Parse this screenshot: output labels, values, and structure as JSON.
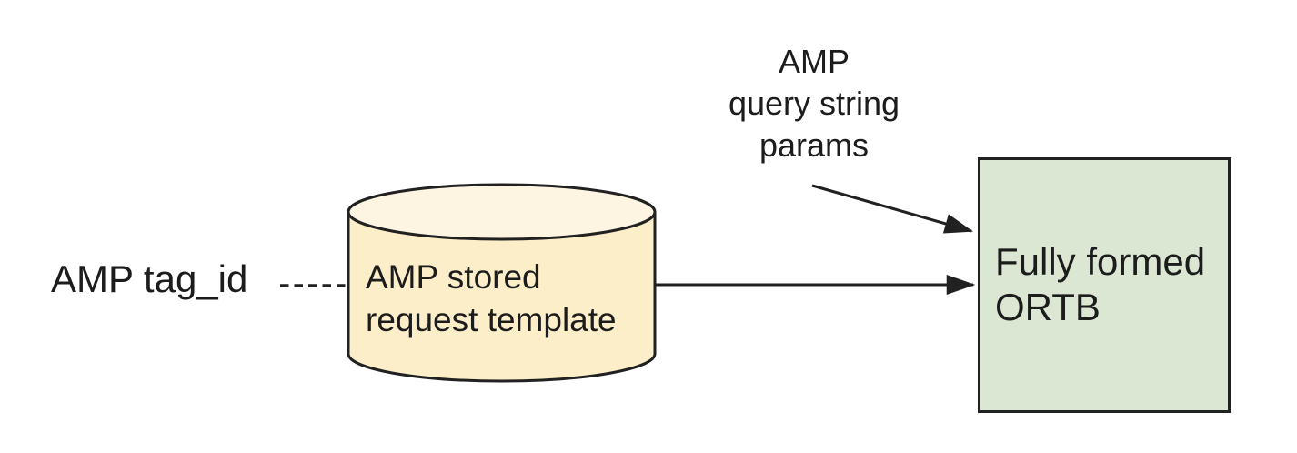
{
  "colors": {
    "background": "#ffffff",
    "stroke": "#212121",
    "text": "#1c1c1c",
    "cylinder_body_fill": "#fbeec9",
    "cylinder_top_fill": "#fdf5e2",
    "ortb_box_fill": "#dbe7d3",
    "arrowhead_fill": "#212121"
  },
  "nodes": {
    "tag_id_label": {
      "text": "AMP tag_id"
    },
    "query_params_label": {
      "line1": "AMP",
      "line2": "query string",
      "line3": "params"
    },
    "stored_request_cylinder": {
      "shape": "cylinder",
      "line1": "AMP stored",
      "line2": "request template"
    },
    "ortb_box": {
      "shape": "rectangle",
      "line1": "Fully formed",
      "line2": "ORTB"
    }
  },
  "edges": {
    "tag_id_to_cylinder": {
      "from": "AMP tag_id",
      "to": "AMP stored request template",
      "style": "dashed",
      "arrowhead": "none"
    },
    "cylinder_to_ortb": {
      "from": "AMP stored request template",
      "to": "Fully formed ORTB",
      "style": "solid",
      "arrowhead": "filled-triangle"
    },
    "query_params_to_ortb": {
      "from": "AMP query string params",
      "to": "Fully formed ORTB",
      "style": "solid",
      "arrowhead": "filled-triangle"
    }
  }
}
